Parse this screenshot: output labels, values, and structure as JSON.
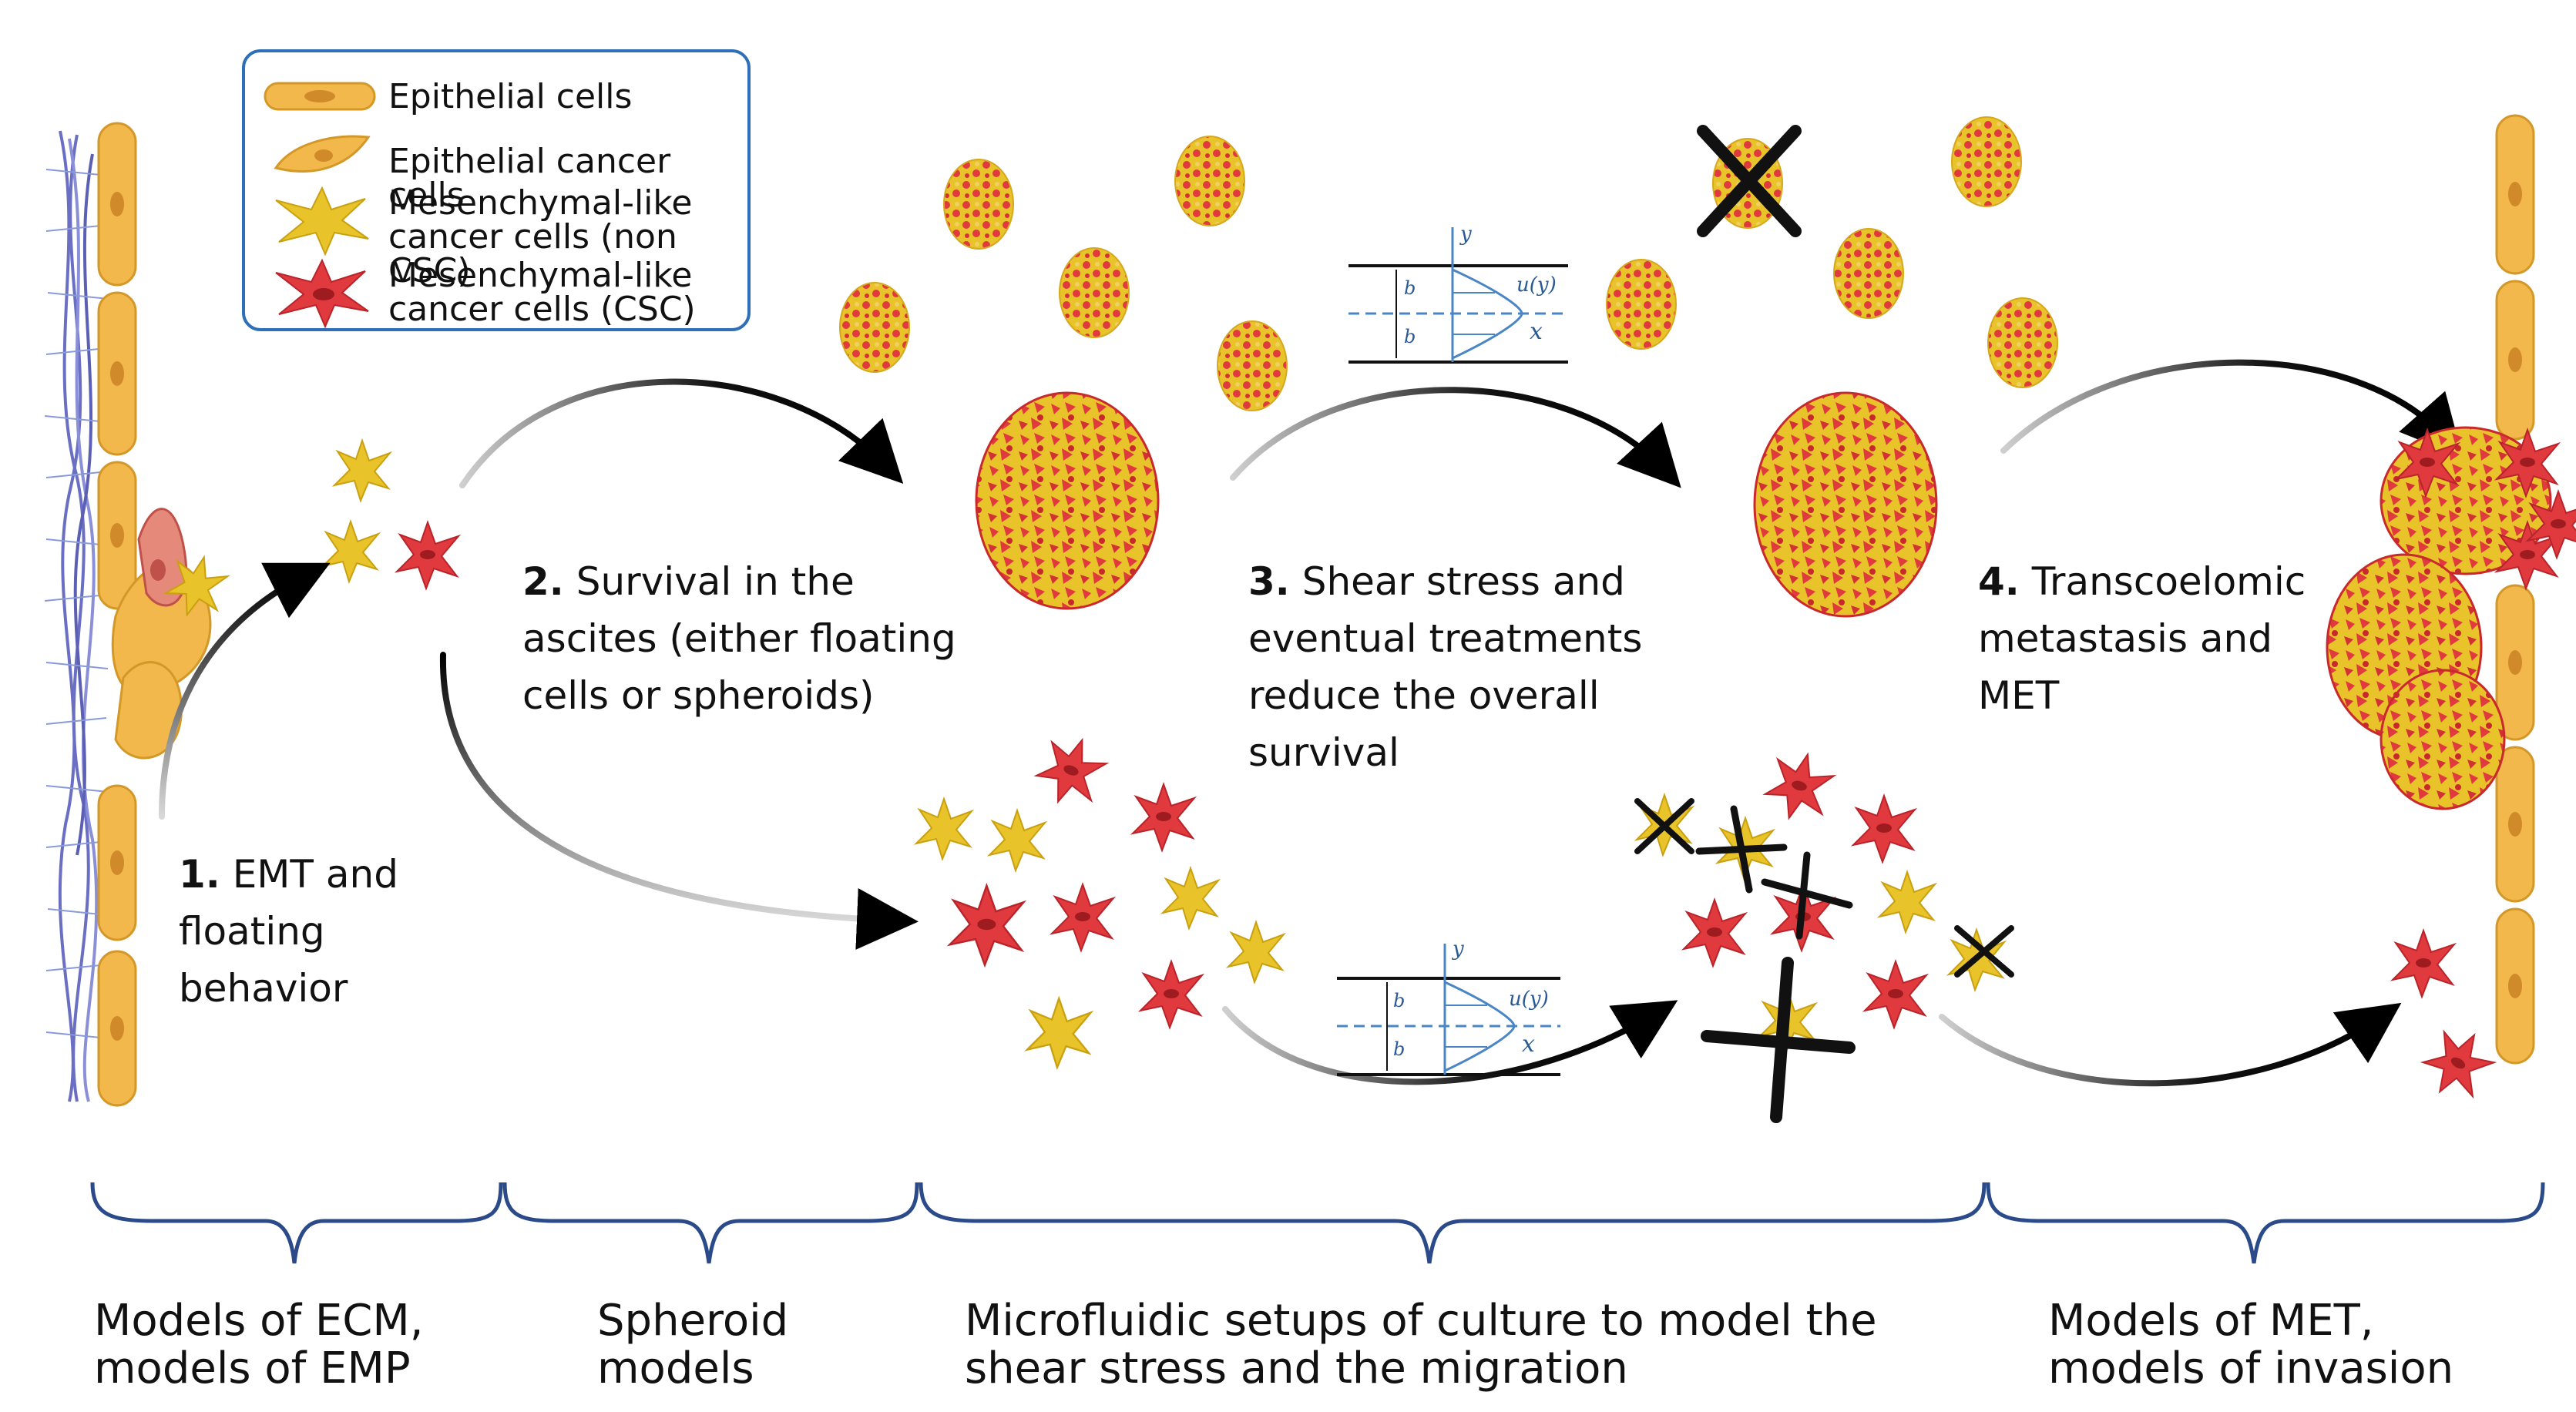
{
  "legend": {
    "epithelial": "Epithelial cells",
    "epithelial_cancer": "Epithelial cancer cells",
    "mes_noncsc_1": "Mesenchymal-like",
    "mes_noncsc_2": "cancer cells (non CSC)",
    "mes_csc_1": "Mesenchymal-like",
    "mes_csc_2": "cancer cells (CSC)"
  },
  "steps": [
    {
      "num": "1.",
      "lines": [
        "EMT and",
        "floating",
        "behavior"
      ]
    },
    {
      "num": "2.",
      "lines": [
        "Survival in the",
        "ascites (either floating",
        "cells or spheroids)"
      ]
    },
    {
      "num": "3.",
      "lines": [
        "Shear stress and",
        "eventual treatments",
        "reduce the overall",
        "survival"
      ]
    },
    {
      "num": "4.",
      "lines": [
        "Transcoelomic",
        "metastasis and",
        "MET"
      ]
    }
  ],
  "flow_labels": {
    "y": "y",
    "u": "u(y)",
    "x": "x",
    "b": "b"
  },
  "bottom": [
    [
      "Models of ECM,",
      "models of EMP"
    ],
    [
      "Spheroid",
      "models"
    ],
    [
      "Microfluidic setups of culture to model the",
      "shear stress and the migration"
    ],
    [
      "Models of MET,",
      "models of invasion"
    ]
  ],
  "colors": {
    "epithelial": "#f2b84b",
    "yellow_cell": "#e8c42a",
    "red_cell": "#e03a3e",
    "bracket": "#2b4a8a",
    "legend_border": "#2f6fb8",
    "ecm": "#6a6fc4",
    "flow": "#4a86c5"
  }
}
